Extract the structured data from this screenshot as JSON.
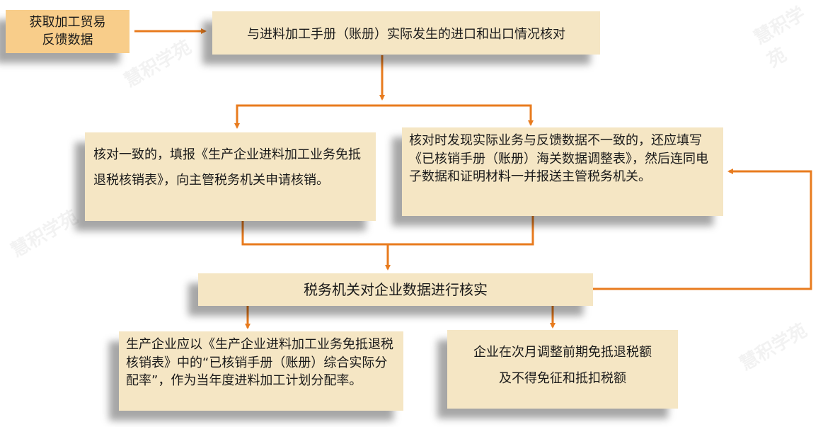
{
  "colors": {
    "cream": "#f5e6c4",
    "orange_fill": "#f8cd8a",
    "connector": "#e87b1e"
  },
  "nodes": {
    "source": {
      "text_line1": "获取加工贸易",
      "text_line2": "反馈数据"
    },
    "verify": {
      "text": "与进料加工手册（账册）实际发生的进口和出口情况核对"
    },
    "consistent": {
      "text": "核对一致的，填报《生产企业进料加工业务免抵退税核销表》，向主管税务机关申请核销。"
    },
    "inconsistent": {
      "text": "核对时发现实际业务与反馈数据不一致的，还应填写《已核销手册（账册）海关数据调整表》，然后连同电子数据和证明材料一并报送主管税务机关。"
    },
    "tax_check": {
      "text": "税务机关对企业数据进行核实"
    },
    "rate": {
      "text": "生产企业应以《生产企业进料加工业务免抵退税核销表》中的“已核销手册（账册）综合实际分配率”，作为当年度进料加工计划分配率。"
    },
    "adjust": {
      "text_line1": "企业在次月调整前期免抵退税额",
      "text_line2": "及不得免征和抵扣税额"
    }
  },
  "watermark": "慧积学苑"
}
